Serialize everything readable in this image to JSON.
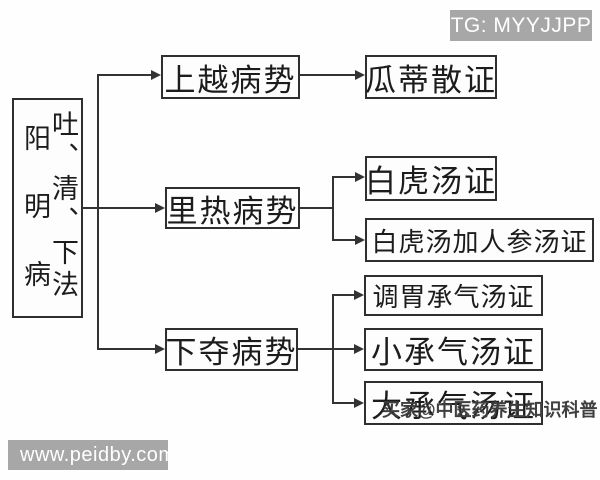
{
  "watermarks": {
    "tg": "TG: MYYJJPP",
    "site": "www.peidby.com",
    "account": "买家@中医药养生知识科普"
  },
  "diagram": {
    "root": {
      "disease": "阳明病",
      "methods": "吐、清、下法"
    },
    "branches": [
      {
        "label": "上越病势",
        "children": [
          "瓜蒂散证"
        ]
      },
      {
        "label": "里热病势",
        "children": [
          "白虎汤证",
          "白虎汤加人参汤证"
        ]
      },
      {
        "label": "下夺病势",
        "children": [
          "调胃承气汤证",
          "小承气汤证",
          "大承气汤证"
        ]
      }
    ]
  },
  "colors": {
    "badge_bg": "#a7a7a7",
    "badge_text": "#ffffff",
    "line": "#333333",
    "node_border": "#2f2f2f",
    "node_text": "#1c1c1c",
    "account_watermark_text": "#3f3f3f",
    "background": "#fefefe"
  }
}
